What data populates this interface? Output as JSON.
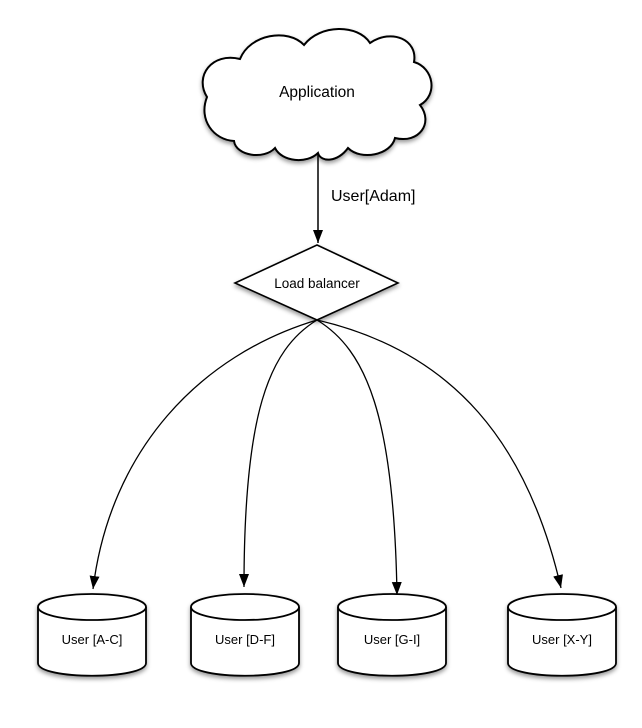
{
  "diagram": {
    "application_cloud": {
      "label": "Application"
    },
    "request_arrow": {
      "label": "User[Adam]"
    },
    "load_balancer": {
      "label": "Load balancer"
    },
    "databases": [
      {
        "label": "User [A-C]"
      },
      {
        "label": "User [D-F]"
      },
      {
        "label": "User [G-I]"
      },
      {
        "label": "User [X-Y]"
      }
    ],
    "colors": {
      "stroke": "#000000",
      "fill": "#ffffff",
      "background": "#ffffff"
    }
  }
}
